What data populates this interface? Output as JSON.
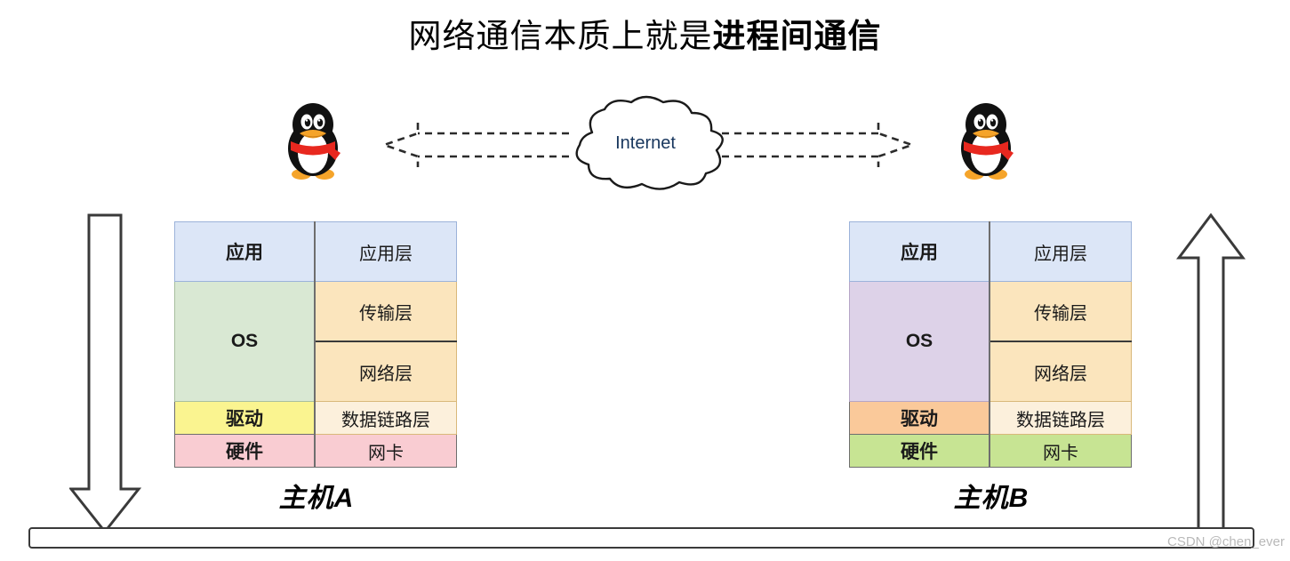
{
  "title": {
    "lead": "网络通信本质上就是",
    "emphasis": "进程间通信"
  },
  "network": {
    "cloud_label": "Internet",
    "cloud_icon": "cloud-icon",
    "left_endpoint_icon": "qq-penguin-icon",
    "right_endpoint_icon": "qq-penguin-icon",
    "arrow_left_icon": "dashed-double-arrow-left-icon",
    "arrow_right_icon": "dashed-double-arrow-right-icon"
  },
  "flow": {
    "down_arrow_icon": "block-arrow-down-icon",
    "up_arrow_icon": "block-arrow-up-icon",
    "medium_bar_name": "physical-medium-bar"
  },
  "hosts": [
    {
      "label": "主机A",
      "rows": [
        {
          "role": "应用",
          "layer": "应用层",
          "role_color": "#dce6f7",
          "layer_color": "#dce6f7"
        },
        {
          "role": "OS",
          "layer": "传输层",
          "role_color": "#d9e8d3",
          "layer_color": "#fbe5bd"
        },
        {
          "role": "OS",
          "layer": "网络层",
          "role_color": "#d9e8d3",
          "layer_color": "#fbe5bd"
        },
        {
          "role": "驱动",
          "layer": "数据链路层",
          "role_color": "#faf490",
          "layer_color": "#fcf0dc"
        },
        {
          "role": "硬件",
          "layer": "网卡",
          "role_color": "#f9ccd2",
          "layer_color": "#f9ccd2"
        }
      ]
    },
    {
      "label": "主机B",
      "rows": [
        {
          "role": "应用",
          "layer": "应用层",
          "role_color": "#dce6f7",
          "layer_color": "#dce6f7"
        },
        {
          "role": "OS",
          "layer": "传输层",
          "role_color": "#ddd2e8",
          "layer_color": "#fbe5bd"
        },
        {
          "role": "OS",
          "layer": "网络层",
          "role_color": "#ddd2e8",
          "layer_color": "#fbe5bd"
        },
        {
          "role": "驱动",
          "layer": "数据链路层",
          "role_color": "#fac99a",
          "layer_color": "#fcf0dc"
        },
        {
          "role": "硬件",
          "layer": "网卡",
          "role_color": "#c7e493",
          "layer_color": "#c7e493"
        }
      ]
    }
  ],
  "watermark": "CSDN @chen_ever",
  "colors": {
    "title_text": "#000000",
    "internet_text": "#17365d",
    "outline": "#3a3a3a",
    "watermark": "#b9b9b9"
  }
}
